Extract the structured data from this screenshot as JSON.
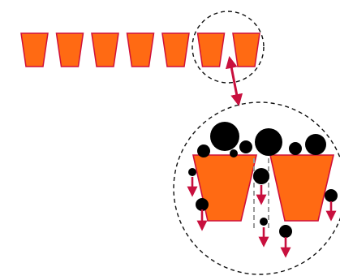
{
  "diagram": {
    "colors": {
      "filter_fill": "#ff6a13",
      "filter_stroke": "#d0103a",
      "arrow": "#c8103e",
      "particle": "#000000",
      "dashed_circle": "#111111",
      "guide_line": "#9a9a9a"
    },
    "row": {
      "filter_count": 7
    },
    "zoom": {
      "large_filter_count": 2
    },
    "icons": {
      "zoom_connector": "double-headed-arrow",
      "settling": "down-arrow"
    }
  }
}
